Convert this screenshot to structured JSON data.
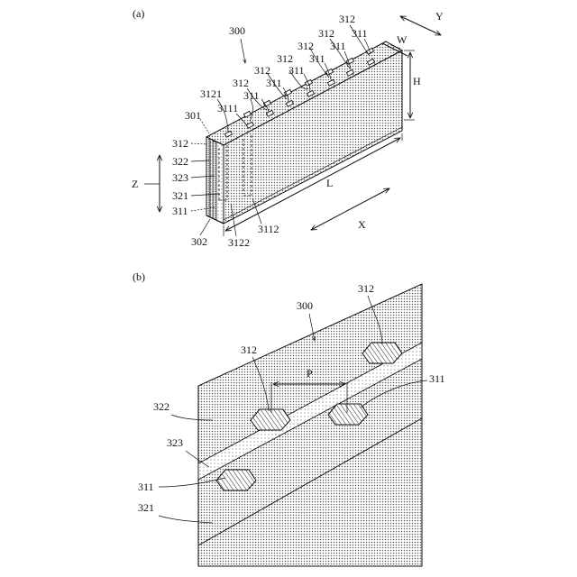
{
  "panel_a": {
    "panel_label": "(a)",
    "ref_300": "300",
    "ref_301": "301",
    "ref_302": "302",
    "ref_311": "311",
    "ref_312": "312",
    "ref_321": "321",
    "ref_322": "322",
    "ref_323": "323",
    "ref_3111": "3111",
    "ref_3112": "3112",
    "ref_3121": "3121",
    "ref_3122": "3122",
    "dim_w": "W",
    "dim_h": "H",
    "dim_l": "L",
    "axis_x": "X",
    "axis_y": "Y",
    "axis_z": "Z"
  },
  "panel_b": {
    "panel_label": "(b)",
    "ref_300": "300",
    "ref_311": "311",
    "ref_312": "312",
    "ref_321": "321",
    "ref_322": "322",
    "ref_323": "323",
    "pitch": "P"
  }
}
